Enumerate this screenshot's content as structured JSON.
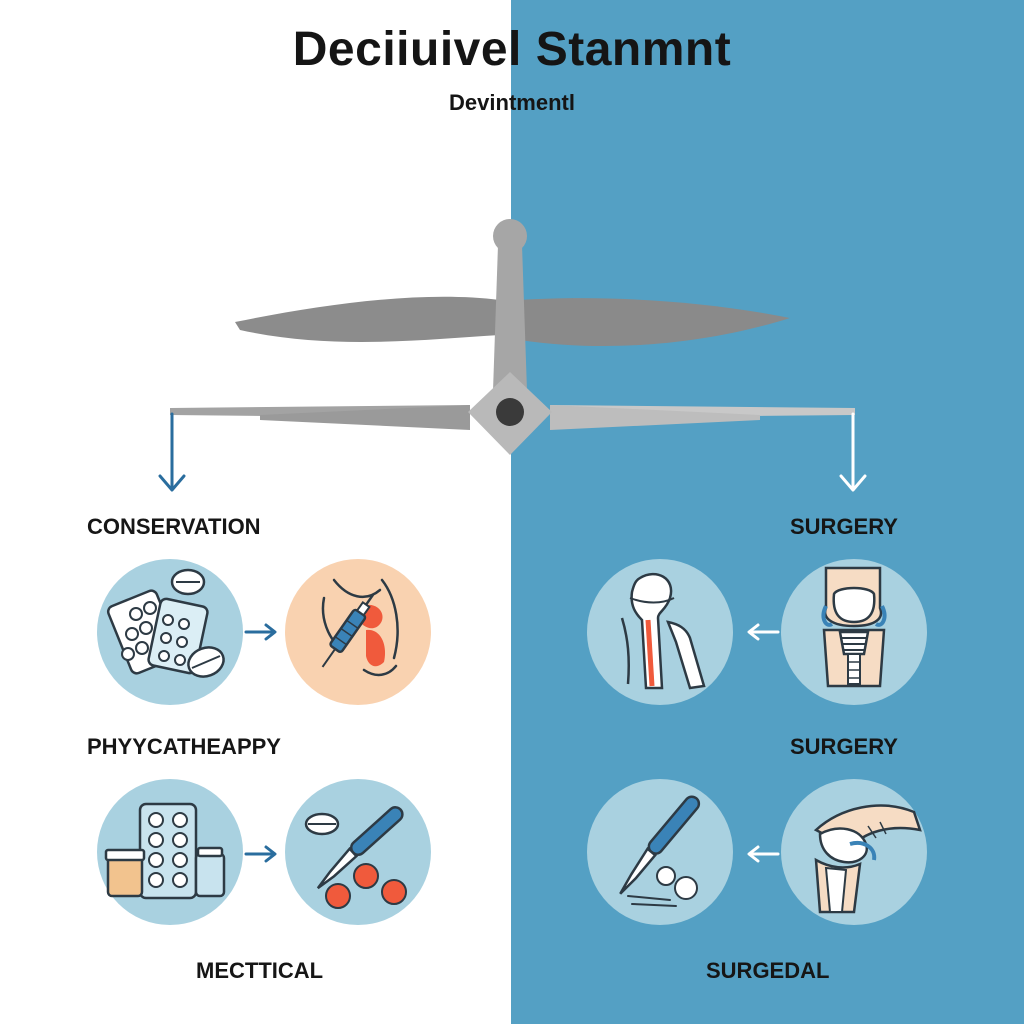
{
  "title": "Deciiuivel Stanmnt",
  "subtitle": "Devintmentl",
  "left": {
    "heading_top": "CONSERVATION",
    "heading_mid": "PHYYCATHEAPPY",
    "heading_bottom": "MECTTICAL",
    "circles": [
      {
        "icon": "pill-blister-icon"
      },
      {
        "icon": "injection-joint-icon"
      },
      {
        "icon": "medicine-bottles-icon"
      },
      {
        "icon": "scalpel-pills-icon"
      }
    ]
  },
  "right": {
    "heading_top": "SURGERY",
    "heading_mid": "SURGERY",
    "heading_bottom": "SURGEDAL",
    "circles": [
      {
        "icon": "hip-bone-icon"
      },
      {
        "icon": "knee-implant-icon"
      },
      {
        "icon": "scalpel-icon"
      },
      {
        "icon": "knee-joint-icon"
      }
    ]
  },
  "colors": {
    "left_bg": "#ffffff",
    "right_bg": "#54a0c4",
    "circle_fill": "#a9d1e0",
    "accent_orange": "#f9d2b0",
    "accent_red": "#f05a3c",
    "scale_gray": "#9e9e9e",
    "arrow_blue": "#2a6d9e"
  }
}
